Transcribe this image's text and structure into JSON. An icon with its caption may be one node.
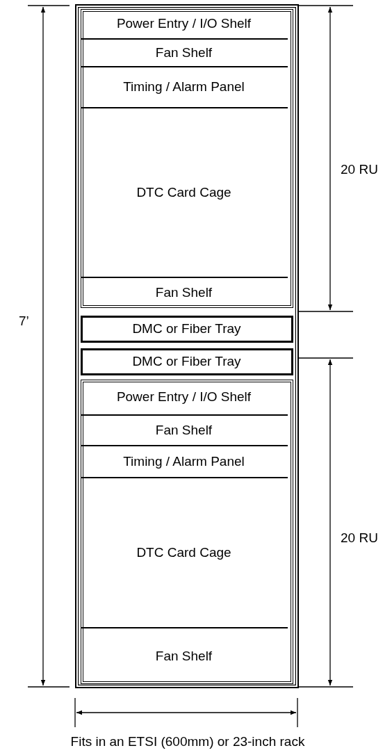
{
  "diagram": {
    "caption": "Fits in an ETSI (600mm) or 23-inch rack",
    "nodes": [
      {
        "text": [],
        "shape": "box"
      },
      {
        "text": [],
        "shape": "box",
        "in": 0
      },
      {
        "text": [
          "Power Entry / I/O Shelf"
        ],
        "in": 1
      },
      {
        "text": [
          "Fan Shelf"
        ],
        "in": 1
      },
      {
        "text": [
          "Timing / Alarm Panel"
        ],
        "in": 1
      },
      {
        "text": [
          "DTC Card Cage"
        ],
        "in": 1
      },
      {
        "text": [
          "Fan Shelf"
        ],
        "in": 1
      },
      {
        "text": [
          "DMC or Fiber Tray"
        ],
        "in": 0
      },
      {
        "text": [
          "DMC or Fiber Tray"
        ],
        "in": 0
      },
      {
        "text": [],
        "shape": "box",
        "in": 0
      },
      {
        "text": [
          "Power Entry / I/O Shelf"
        ],
        "in": 9
      },
      {
        "text": [
          "Fan Shelf"
        ],
        "in": 9
      },
      {
        "text": [
          "Timing / Alarm Panel"
        ],
        "in": 9
      },
      {
        "text": [
          "DTC Card Cage"
        ],
        "in": 9
      },
      {
        "text": [
          "Fan Shelf"
        ],
        "in": 9
      }
    ],
    "edges": [],
    "labels": [
      "20 RU",
      "7’",
      "20 RU"
    ]
  }
}
